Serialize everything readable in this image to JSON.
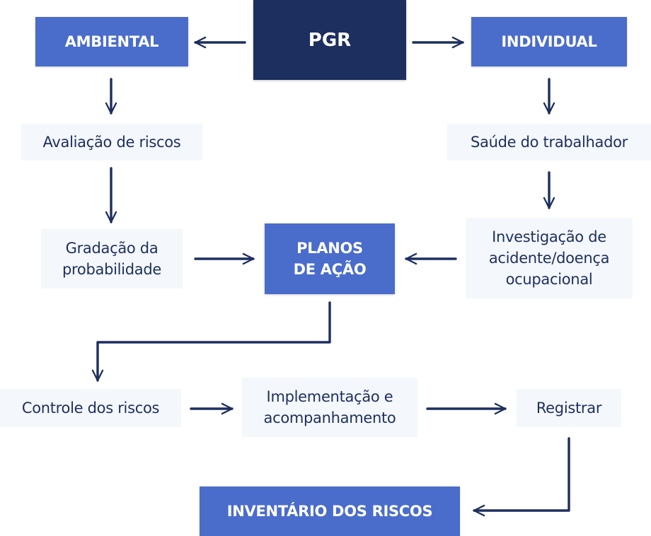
{
  "nodes": {
    "pgr": "PGR",
    "ambiental": "AMBIENTAL",
    "individual": "INDIVIDUAL",
    "avaliacao": "Avaliação de riscos",
    "saude": "Saúde do trabalhador",
    "gradacao_1": "Gradação da",
    "gradacao_2": "probabilidade",
    "planos_1": "PLANOS",
    "planos_2": "DE AÇÃO",
    "investigacao_1": "Investigação de",
    "investigacao_2": "acidente/doença",
    "investigacao_3": "ocupacional",
    "controle": "Controle dos riscos",
    "implementacao_1": "Implementação e",
    "implementacao_2": "acompanhamento",
    "registrar": "Registrar",
    "inventario": "INVENTÁRIO DOS RISCOS"
  },
  "colors": {
    "dark": "#1d2f5e",
    "primary": "#4a6ccb",
    "light": "#f4f7fb",
    "arrow": "#1d2f5e"
  }
}
